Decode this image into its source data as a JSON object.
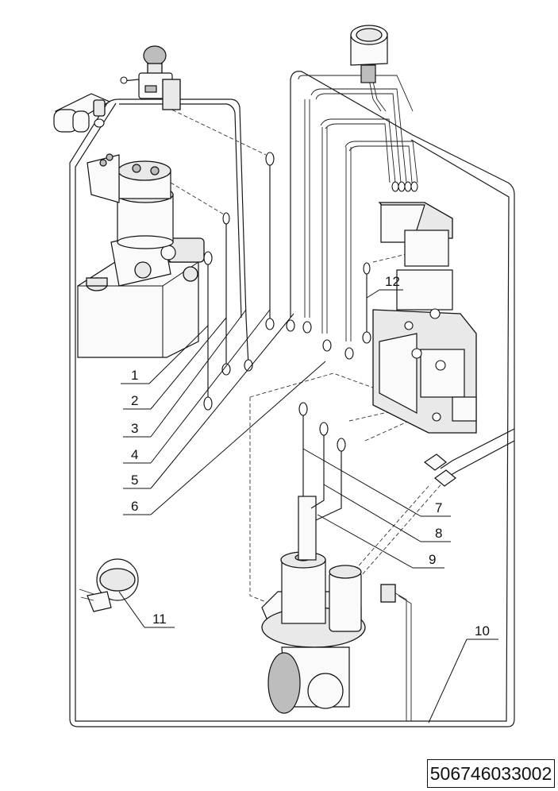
{
  "callouts": [
    {
      "num": "1"
    },
    {
      "num": "2"
    },
    {
      "num": "3"
    },
    {
      "num": "4"
    },
    {
      "num": "5"
    },
    {
      "num": "6"
    },
    {
      "num": "7"
    },
    {
      "num": "8"
    },
    {
      "num": "9"
    },
    {
      "num": "10"
    },
    {
      "num": "11"
    },
    {
      "num": "12"
    }
  ],
  "drawing_code": "506746033002"
}
